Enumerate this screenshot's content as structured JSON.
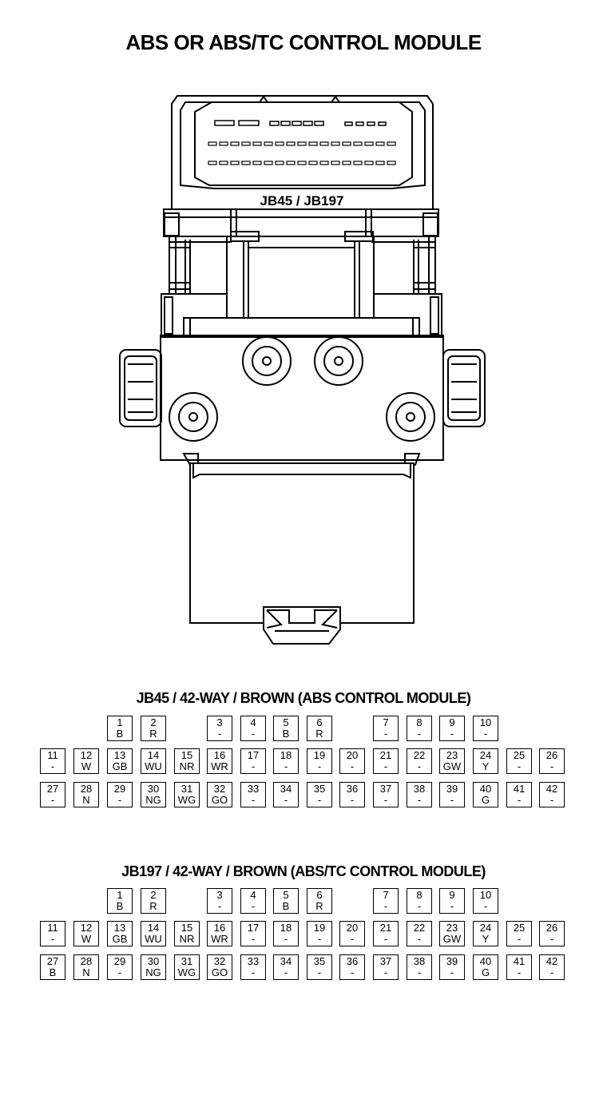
{
  "title": "ABS OR ABS/TC CONTROL MODULE",
  "module_label": "JB45 / JB197",
  "connectors": [
    {
      "title": "JB45 / 42-WAY / BROWN (ABS CONTROL MODULE)",
      "pins": [
        {
          "num": "1",
          "wire": "B"
        },
        {
          "num": "2",
          "wire": "R"
        },
        {
          "num": "3",
          "wire": "-"
        },
        {
          "num": "4",
          "wire": "-"
        },
        {
          "num": "5",
          "wire": "B"
        },
        {
          "num": "6",
          "wire": "R"
        },
        {
          "num": "7",
          "wire": "-"
        },
        {
          "num": "8",
          "wire": "-"
        },
        {
          "num": "9",
          "wire": "-"
        },
        {
          "num": "10",
          "wire": "-"
        },
        {
          "num": "11",
          "wire": "-"
        },
        {
          "num": "12",
          "wire": "W"
        },
        {
          "num": "13",
          "wire": "GB"
        },
        {
          "num": "14",
          "wire": "WU"
        },
        {
          "num": "15",
          "wire": "NR"
        },
        {
          "num": "16",
          "wire": "WR"
        },
        {
          "num": "17",
          "wire": "-"
        },
        {
          "num": "18",
          "wire": "-"
        },
        {
          "num": "19",
          "wire": "-"
        },
        {
          "num": "20",
          "wire": "-"
        },
        {
          "num": "21",
          "wire": "-"
        },
        {
          "num": "22",
          "wire": "-"
        },
        {
          "num": "23",
          "wire": "GW"
        },
        {
          "num": "24",
          "wire": "Y"
        },
        {
          "num": "25",
          "wire": "-"
        },
        {
          "num": "26",
          "wire": "-"
        },
        {
          "num": "27",
          "wire": "-"
        },
        {
          "num": "28",
          "wire": "N"
        },
        {
          "num": "29",
          "wire": "-"
        },
        {
          "num": "30",
          "wire": "NG"
        },
        {
          "num": "31",
          "wire": "WG"
        },
        {
          "num": "32",
          "wire": "GO"
        },
        {
          "num": "33",
          "wire": "-"
        },
        {
          "num": "34",
          "wire": "-"
        },
        {
          "num": "35",
          "wire": "-"
        },
        {
          "num": "36",
          "wire": "-"
        },
        {
          "num": "37",
          "wire": "-"
        },
        {
          "num": "38",
          "wire": "-"
        },
        {
          "num": "39",
          "wire": "-"
        },
        {
          "num": "40",
          "wire": "G"
        },
        {
          "num": "41",
          "wire": "-"
        },
        {
          "num": "42",
          "wire": "-"
        }
      ]
    },
    {
      "title": "JB197 / 42-WAY / BROWN (ABS/TC CONTROL MODULE)",
      "pins": [
        {
          "num": "1",
          "wire": "B"
        },
        {
          "num": "2",
          "wire": "R"
        },
        {
          "num": "3",
          "wire": "-"
        },
        {
          "num": "4",
          "wire": "-"
        },
        {
          "num": "5",
          "wire": "B"
        },
        {
          "num": "6",
          "wire": "R"
        },
        {
          "num": "7",
          "wire": "-"
        },
        {
          "num": "8",
          "wire": "-"
        },
        {
          "num": "9",
          "wire": "-"
        },
        {
          "num": "10",
          "wire": "-"
        },
        {
          "num": "11",
          "wire": "-"
        },
        {
          "num": "12",
          "wire": "W"
        },
        {
          "num": "13",
          "wire": "GB"
        },
        {
          "num": "14",
          "wire": "WU"
        },
        {
          "num": "15",
          "wire": "NR"
        },
        {
          "num": "16",
          "wire": "WR"
        },
        {
          "num": "17",
          "wire": "-"
        },
        {
          "num": "18",
          "wire": "-"
        },
        {
          "num": "19",
          "wire": "-"
        },
        {
          "num": "20",
          "wire": "-"
        },
        {
          "num": "21",
          "wire": "-"
        },
        {
          "num": "22",
          "wire": "-"
        },
        {
          "num": "23",
          "wire": "GW"
        },
        {
          "num": "24",
          "wire": "Y"
        },
        {
          "num": "25",
          "wire": "-"
        },
        {
          "num": "26",
          "wire": "-"
        },
        {
          "num": "27",
          "wire": "B"
        },
        {
          "num": "28",
          "wire": "N"
        },
        {
          "num": "29",
          "wire": "-"
        },
        {
          "num": "30",
          "wire": "NG"
        },
        {
          "num": "31",
          "wire": "WG"
        },
        {
          "num": "32",
          "wire": "GO"
        },
        {
          "num": "33",
          "wire": "-"
        },
        {
          "num": "34",
          "wire": "-"
        },
        {
          "num": "35",
          "wire": "-"
        },
        {
          "num": "36",
          "wire": "-"
        },
        {
          "num": "37",
          "wire": "-"
        },
        {
          "num": "38",
          "wire": "-"
        },
        {
          "num": "39",
          "wire": "-"
        },
        {
          "num": "40",
          "wire": "G"
        },
        {
          "num": "41",
          "wire": "-"
        },
        {
          "num": "42",
          "wire": "-"
        }
      ]
    }
  ]
}
